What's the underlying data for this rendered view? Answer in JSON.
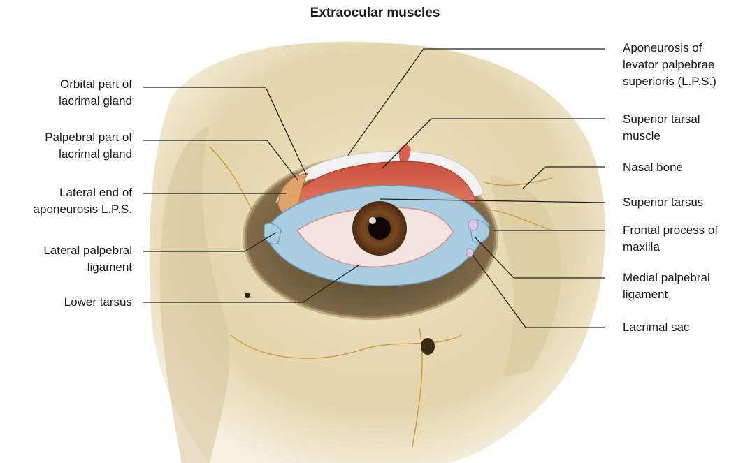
{
  "title": "Extraocular muscles",
  "labels_left": {
    "orbital_part": [
      "Orbital part of",
      "lacrimal gland"
    ],
    "palpebral_part": [
      "Palpebral part of",
      "lacrimal gland"
    ],
    "lateral_end": [
      "Lateral end of",
      "aponeurosis L.P.S."
    ],
    "lateral_ligament": [
      "Lateral palpebral",
      "ligament"
    ],
    "lower_tarsus": [
      "Lower tarsus"
    ]
  },
  "labels_right": {
    "aponeurosis": [
      "Aponeurosis of",
      "levator palpebrae",
      "superioris (L.P.S.)"
    ],
    "superior_tarsal": [
      "Superior tarsal",
      "muscle"
    ],
    "nasal_bone": [
      "Nasal bone"
    ],
    "superior_tarsus": [
      "Superior tarsus"
    ],
    "frontal_process": [
      "Frontal process of",
      "maxilla"
    ],
    "medial_ligament": [
      "Medial palpebral",
      "ligament"
    ],
    "lacrimal_sac": [
      "Lacrimal sac"
    ]
  },
  "colors": {
    "bone": "#e6d9b4",
    "bone_shadow": "#b8a47c",
    "orbit_cavity": "#6e5a3a",
    "muscle": "#d9634e",
    "tarsus": "#a9cde0",
    "gland": "#e0a36a",
    "iris": "#6b3e1e",
    "sclera": "#f4e4e0",
    "leader_line": "#222222"
  }
}
